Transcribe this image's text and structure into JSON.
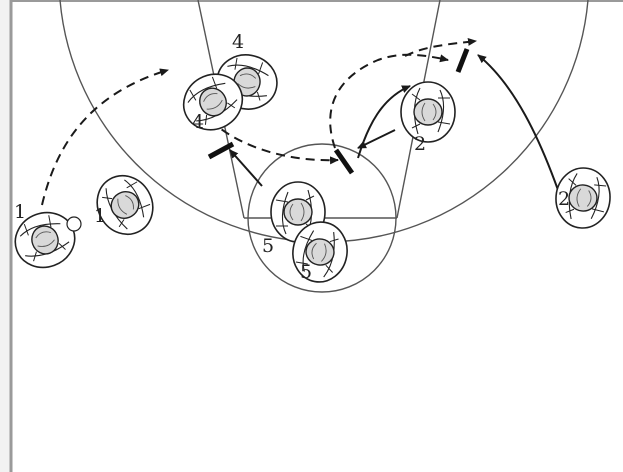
{
  "diagram": {
    "colors": {
      "background": "#ffffff",
      "court_line": "#555555",
      "border": "#9a9a9a",
      "player_fill": "#d9d9d9",
      "player_stroke": "#222222",
      "arrow": "#1a1a1a"
    },
    "players": [
      {
        "id": "player-1a",
        "number": "1"
      },
      {
        "id": "player-1b",
        "number": "1"
      },
      {
        "id": "player-4a",
        "number": "4"
      },
      {
        "id": "player-4b",
        "number": "4"
      },
      {
        "id": "player-2a",
        "number": "2"
      },
      {
        "id": "player-2b",
        "number": "2"
      },
      {
        "id": "player-5a",
        "number": "5"
      },
      {
        "id": "player-5b",
        "number": "5"
      }
    ]
  }
}
